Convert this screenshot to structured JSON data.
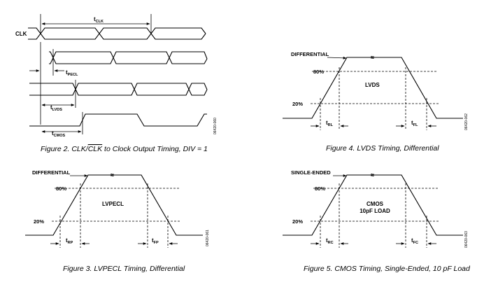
{
  "fig2": {
    "clk_label": "CLK",
    "t_clk": "t",
    "t_clk_sub": "CLK",
    "t_pecl": "t",
    "t_pecl_sub": "PECL",
    "t_lvds": "t",
    "t_lvds_sub": "LVDS",
    "t_cmos": "t",
    "t_cmos_sub": "CMOS",
    "code": "06420-060",
    "caption_a": "Figure 2. CLK/",
    "caption_b": "CLK",
    "caption_c": " to Clock Output Timing, DIV = 1"
  },
  "fig4": {
    "mode": "DIFFERENTIAL",
    "level_high": "80%",
    "level_low": "20%",
    "inner": "LVDS",
    "t_rise": "t",
    "t_rise_sub": "RL",
    "t_fall": "t",
    "t_fall_sub": "FL",
    "break_mark": "≈",
    "code": "06420-062",
    "caption": "Figure 4. LVDS Timing, Differential"
  },
  "fig3": {
    "mode": "DIFFERENTIAL",
    "level_high": "80%",
    "level_low": "20%",
    "inner": "LVPECL",
    "t_rise": "t",
    "t_rise_sub": "RP",
    "t_fall": "t",
    "t_fall_sub": "FP",
    "break_mark": "≈",
    "code": "06420-061",
    "caption": "Figure 3. LVPECL Timing, Differential"
  },
  "fig5": {
    "mode": "SINGLE-ENDED",
    "level_high": "80%",
    "level_low": "20%",
    "inner_1": "CMOS",
    "inner_2": "10pF LOAD",
    "t_rise": "t",
    "t_rise_sub": "RC",
    "t_fall": "t",
    "t_fall_sub": "FC",
    "break_mark": "≈",
    "code": "06420-063",
    "caption": "Figure 5. CMOS Timing, Single-Ended, 10 pF Load"
  }
}
